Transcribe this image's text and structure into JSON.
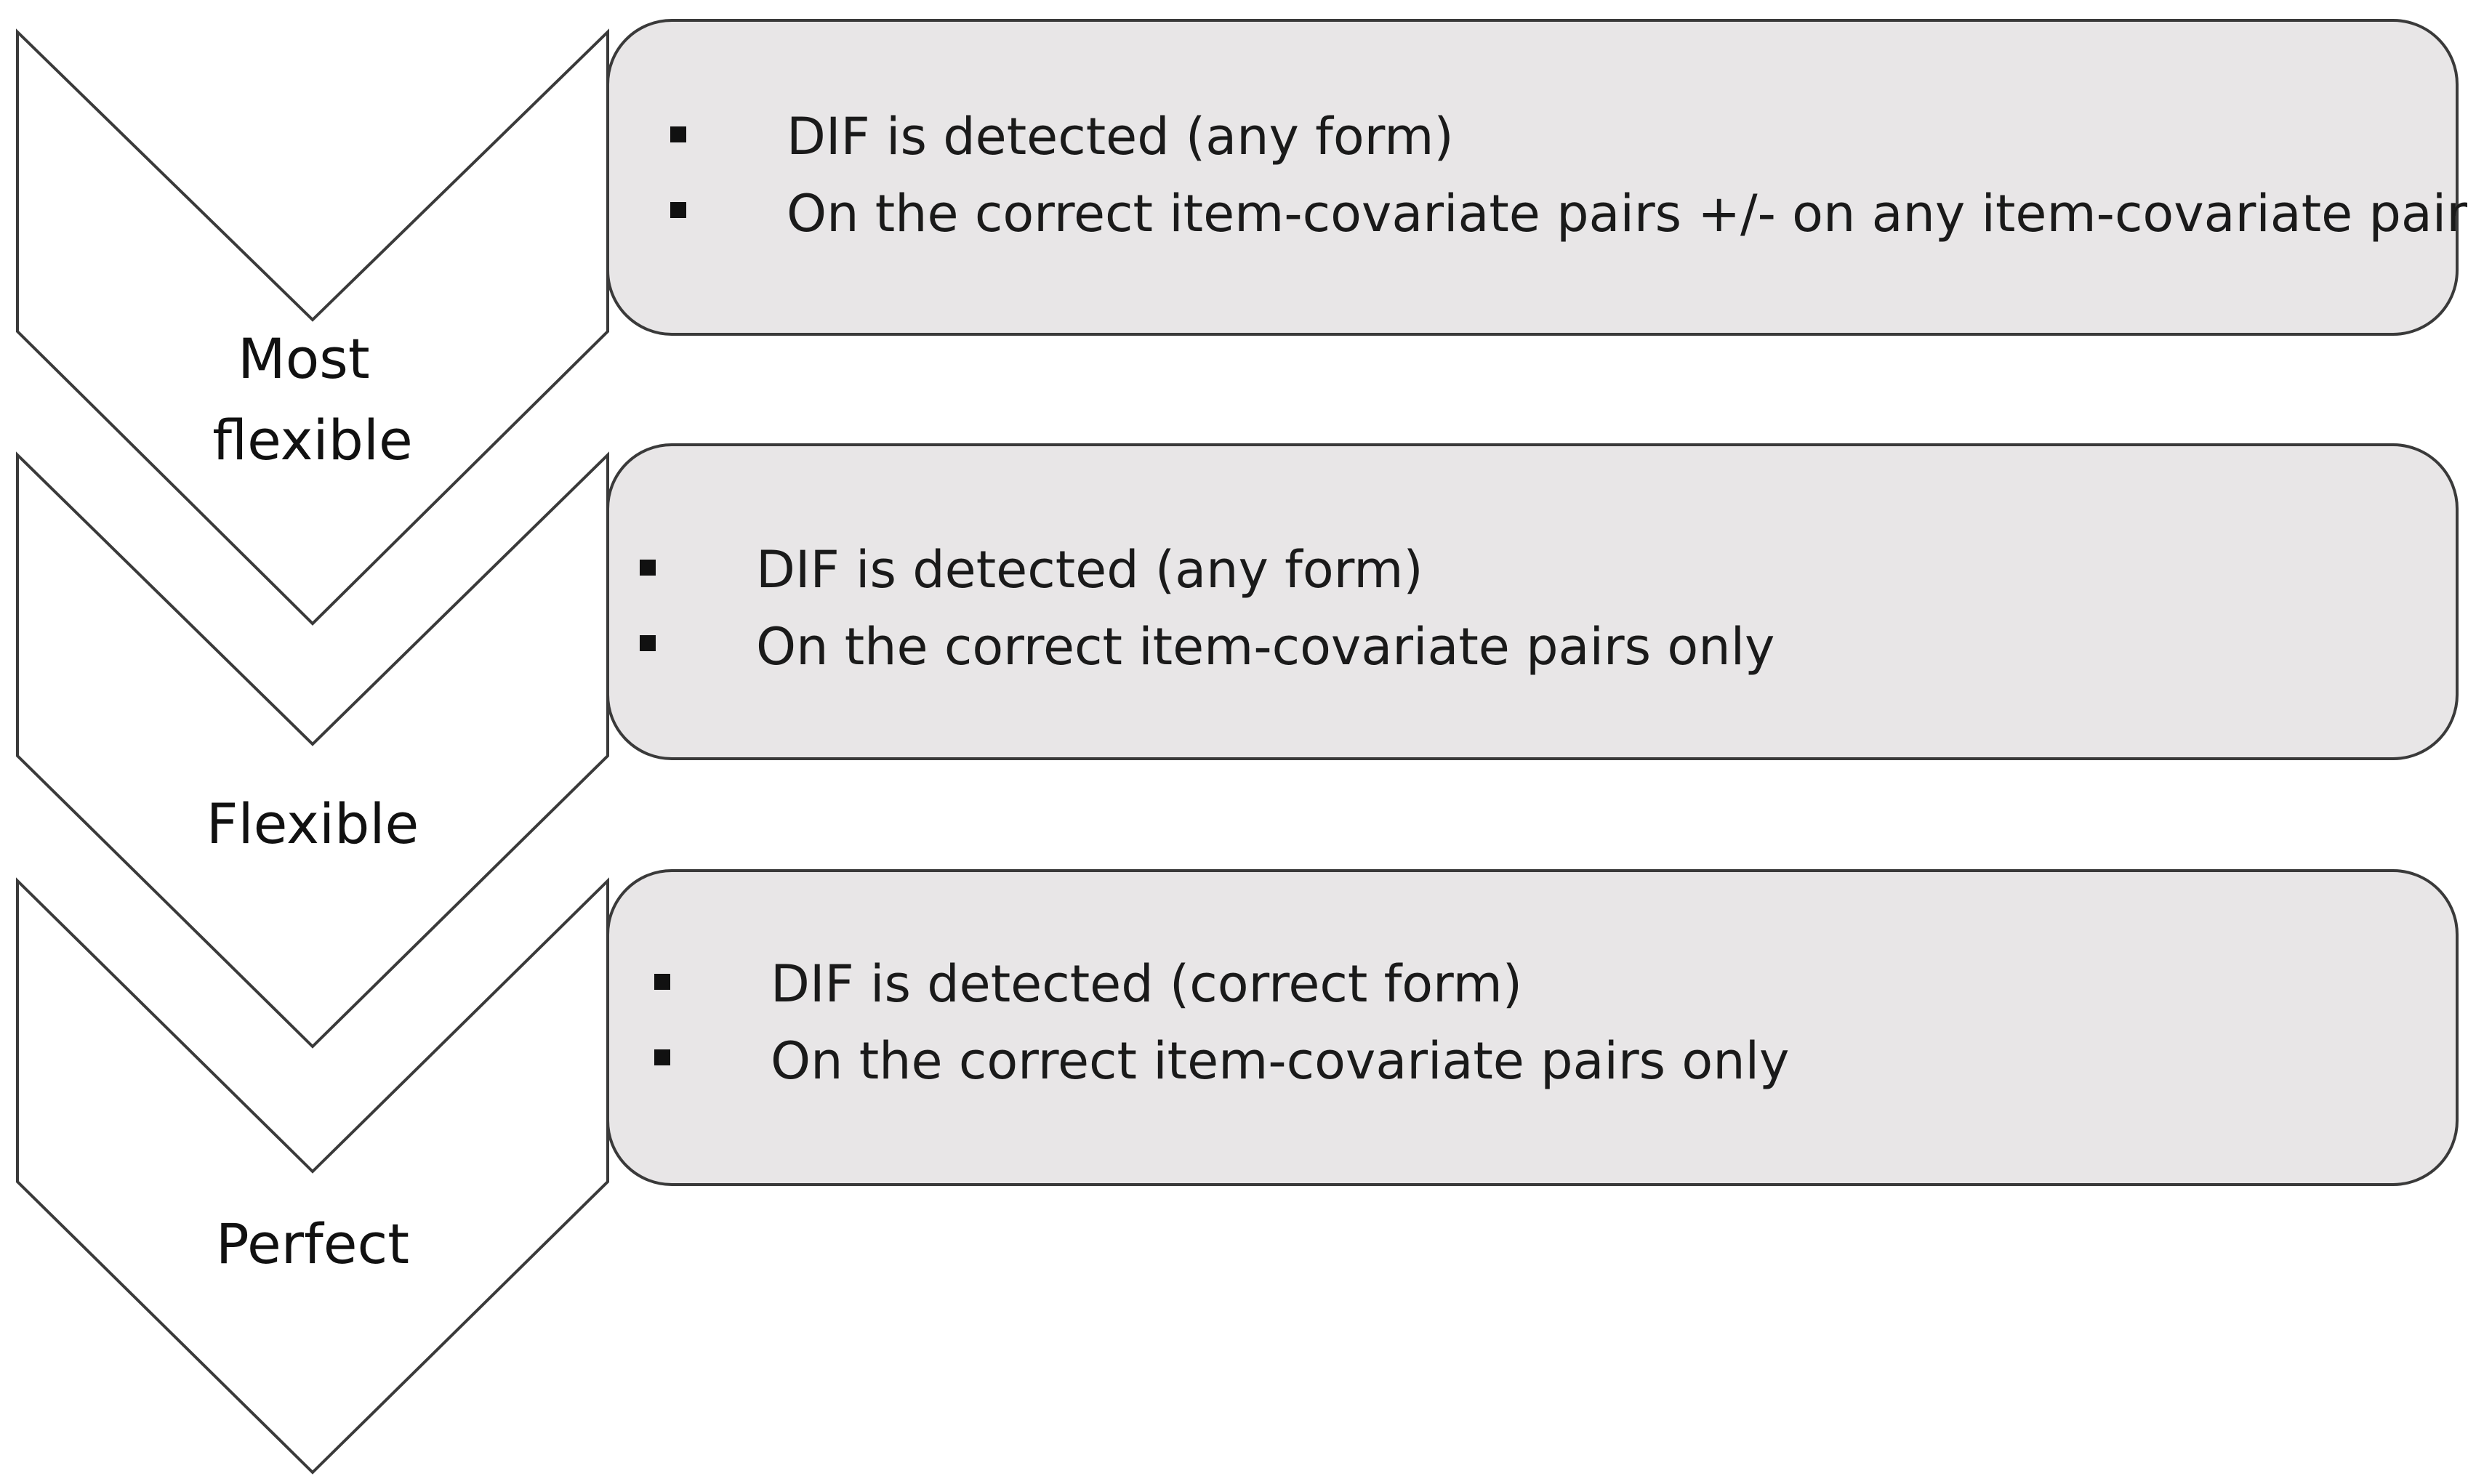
{
  "levels": [
    {
      "label_lines": [
        "Most",
        "flexible"
      ],
      "bullets": [
        "DIF is detected (any form)",
        "On the correct item-covariate pairs +/- on any item-covariate pairs"
      ]
    },
    {
      "label_lines": [
        "Flexible"
      ],
      "bullets": [
        "DIF is detected (any form)",
        "On the correct item-covariate pairs only"
      ]
    },
    {
      "label_lines": [
        "Perfect"
      ],
      "bullets": [
        "DIF is detected (correct form)",
        "On the correct item-covariate pairs only"
      ]
    }
  ],
  "colors": {
    "panel_fill": "#e8e6e7",
    "outline": "#3a3a3a",
    "chevron_fill": "#ffffff",
    "text": "#1a1a1a"
  }
}
